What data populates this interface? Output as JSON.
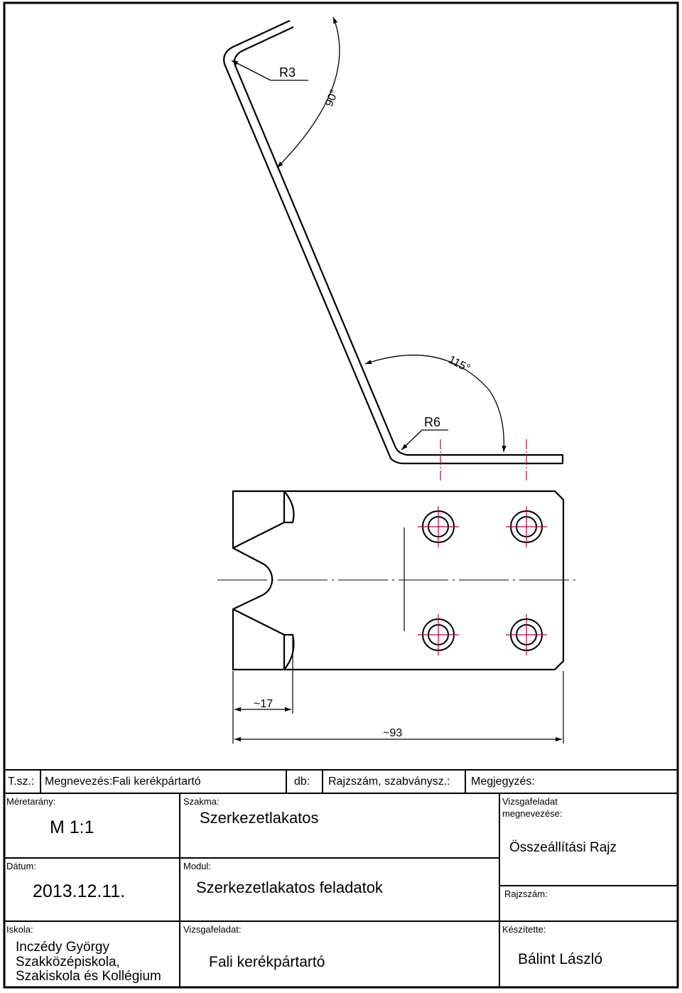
{
  "drawing": {
    "dims": {
      "r3": "R3",
      "angle_90": "90°",
      "angle_115": "115°",
      "r6": "R6",
      "width_17": "~17",
      "width_93": "~93"
    }
  },
  "title_block": {
    "tsz_label": "T.sz.:",
    "megnevezes": "Megnevezés:Fali kerékpártartó",
    "db_label": "db:",
    "rajzszam_szabvanysz": "Rajzszám, szabványsz.:",
    "megjegyzes": "Megjegyzés:",
    "meretarany_label": "Méretarány:",
    "meretarany_value": "M 1:1",
    "szakma_label": "Szakma:",
    "szakma_value": "Szerkezetlakatos",
    "vizsgafeladat_megnevezese_label_1": "Vizsgafeladat",
    "vizsgafeladat_megnevezese_label_2": "megnevezése:",
    "vizsgafeladat_megnevezese_value": "Összeállítási Rajz",
    "datum_label": "Dátum:",
    "datum_value": "2013.12.11.",
    "modul_label": "Modul:",
    "modul_value": "Szerkezetlakatos feladatok",
    "rajzszam_label": "Rajzszám:",
    "iskola_label": "Iskola:",
    "iskola_value_1": "Inczédy György",
    "iskola_value_2": "Szakközépiskola,",
    "iskola_value_3": "Szakiskola és Kollégium",
    "vizsgafeladat_label": "Vizsgafeladat:",
    "vizsgafeladat_value": "Fali kerékpártartó",
    "keszitette_label": "Készítette:",
    "keszitette_value": "Bálint László"
  },
  "colors": {
    "line": "#000000",
    "center_line": "#b0004a"
  }
}
